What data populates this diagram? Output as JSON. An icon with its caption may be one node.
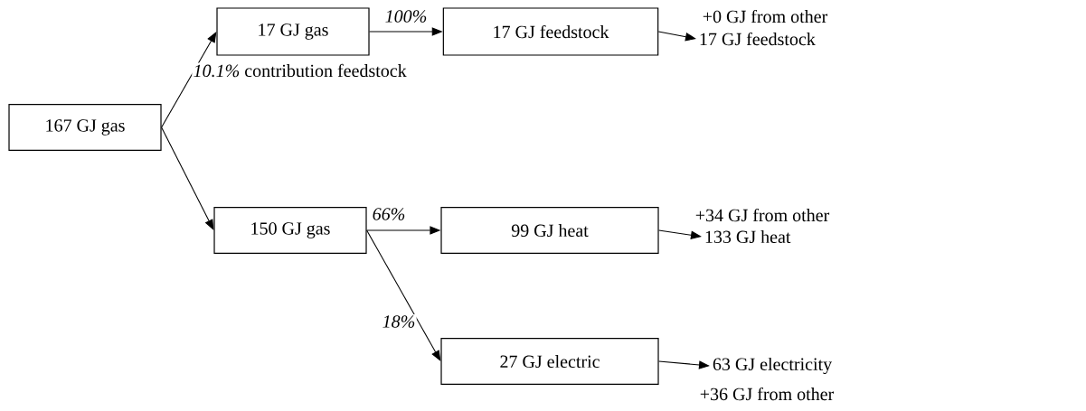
{
  "diagram": {
    "nodes": [
      {
        "text": [
          "167 GJ gas"
        ]
      },
      {
        "text": [
          "17 GJ gas"
        ]
      },
      {
        "text": [
          "17 GJ feedstock"
        ]
      },
      {
        "text": [
          "17 GJ feedstock"
        ]
      },
      {
        "text": [
          "150 GJ gas"
        ]
      },
      {
        "text": [
          "99 GJ heat"
        ]
      },
      {
        "text": [
          "133 GJ heat"
        ]
      },
      {
        "text": [
          "27 GJ electric"
        ]
      },
      {
        "text": [
          "63 GJ electricity"
        ]
      }
    ],
    "edges": [
      {
        "from": 0,
        "to": 1,
        "arrow": "to",
        "label": "*10.1%* contribution feedstock"
      },
      {
        "from": 1,
        "to": 2,
        "arrow": "to",
        "label": "*100%*"
      },
      {
        "from": 2,
        "to": 3,
        "arrow": "to",
        "label": "+0 GJ from other"
      },
      {
        "from": 0,
        "to": 4,
        "arrow": "to"
      },
      {
        "from": 4,
        "to": 5,
        "arrow": "to",
        "label": "*66%*"
      },
      {
        "from": 4,
        "to": 7,
        "arrow": "to",
        "label": "*18%*"
      },
      {
        "from": 5,
        "to": 6,
        "arrow": "to",
        "label": "+34 GJ from other"
      },
      {
        "from": 7,
        "to": 8,
        "arrow": "to",
        "label": "+36 GJ from other"
      }
    ]
  }
}
